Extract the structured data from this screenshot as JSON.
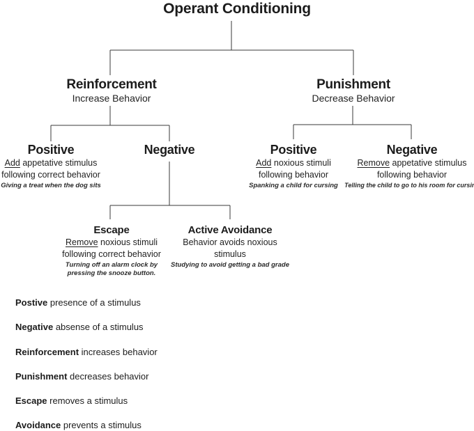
{
  "title": "Operant Conditioning",
  "tree": {
    "reinforcement": {
      "heading": "Reinforcement",
      "sub": "Increase Behavior"
    },
    "punishment": {
      "heading": "Punishment",
      "sub": "Decrease Behavior"
    },
    "r_positive": {
      "heading": "Positive",
      "u": "Add",
      "line1": " appetative stimulus",
      "line2": "following correct behavior",
      "example": "Giving a treat when the dog sits"
    },
    "r_negative": {
      "heading": "Negative"
    },
    "p_positive": {
      "heading": "Positive",
      "u": "Add",
      "line1": " noxious stimuli",
      "line2": "following behavior",
      "example": "Spanking a child for cursing"
    },
    "p_negative": {
      "heading": "Negative",
      "u": "Remove",
      "line1": " appetative stimulus",
      "line2": "following behavior",
      "example": "Telling the child to go to his room for cursing"
    },
    "escape": {
      "heading": "Escape",
      "u": "Remove",
      "line1": " noxious stimuli",
      "line2": "following correct behavior",
      "example": "Turning off an alarm clock by pressing the snooze button."
    },
    "avoidance": {
      "heading": "Active Avoidance",
      "u": "",
      "line1": "Behavior avoids noxious",
      "line2": "stimulus",
      "example": "Studying to avoid getting a bad grade"
    }
  },
  "glossary": {
    "items": [
      {
        "term": "Postive",
        "definition": " presence of a stimulus"
      },
      {
        "term": "Negative",
        "definition": " absense of a stimulus"
      },
      {
        "term": "Reinforcement",
        "definition": " increases behavior"
      },
      {
        "term": "Punishment",
        "definition": " decreases behavior"
      },
      {
        "term": "Escape",
        "definition": " removes a stimulus"
      },
      {
        "term": "Avoidance",
        "definition": " prevents a stimulus"
      }
    ]
  },
  "colors": {
    "line": "#383838",
    "text": "#1c1c1c",
    "background": "#ffffff"
  }
}
